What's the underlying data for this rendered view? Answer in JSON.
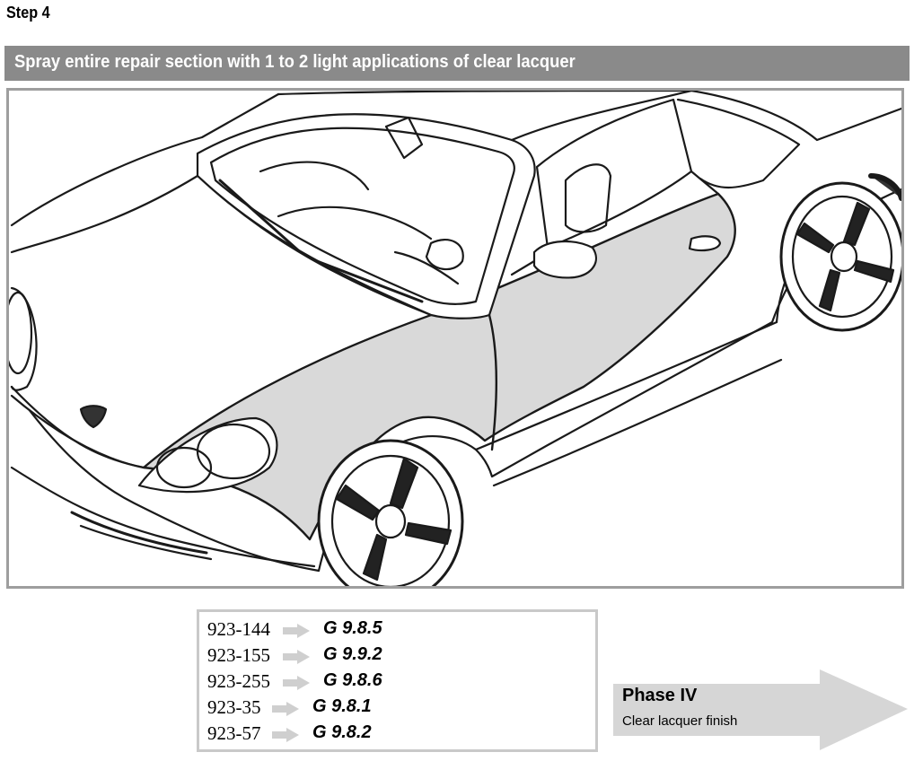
{
  "step": {
    "title": "Step 4"
  },
  "banner": {
    "text": "Spray entire repair section with 1 to 2 light applications of clear lacquer"
  },
  "references": [
    {
      "number": "923-144",
      "code": "G 9.8.5"
    },
    {
      "number": "923-155",
      "code": "G 9.9.2"
    },
    {
      "number": "923-255",
      "code": "G 9.8.6"
    },
    {
      "number": "923-35",
      "code": "G 9.8.1"
    },
    {
      "number": "923-57",
      "code": "G 9.8.2"
    }
  ],
  "phase": {
    "title": "Phase IV",
    "subtitle": "Clear lacquer finish"
  },
  "colors": {
    "banner": "#8a8a8a",
    "repair_area": "#d9d9d9",
    "arrow": "#cfcfcf",
    "phase_arrow": "#d6d6d6",
    "frame_border": "#9e9e9e"
  },
  "illustration": {
    "subject": "car-line-drawing",
    "highlighted": "front-fender-and-door"
  }
}
